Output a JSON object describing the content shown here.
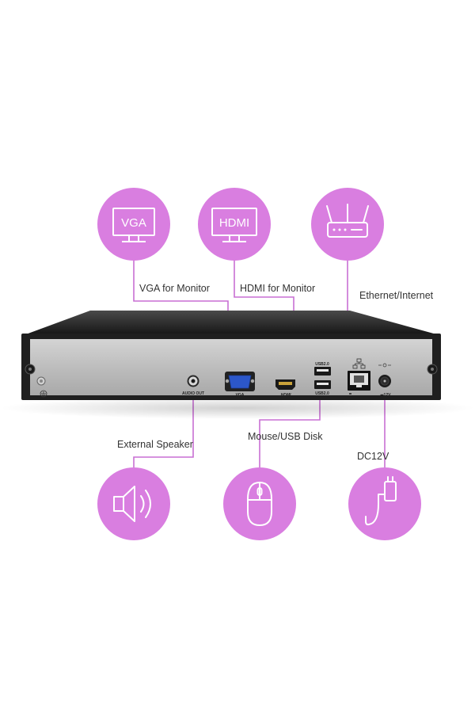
{
  "colors": {
    "accent": "#d97ee0",
    "line": "#c86fd3",
    "panel": "#bfbfbf",
    "chassis": "#2a2a2a"
  },
  "icons": {
    "vga": {
      "text": "VGA",
      "icon": "monitor-icon"
    },
    "hdmi": {
      "text": "HDMI",
      "icon": "monitor-icon"
    },
    "ethernet": {
      "icon": "router-icon"
    },
    "speaker": {
      "icon": "speaker-icon"
    },
    "mouse": {
      "icon": "mouse-icon"
    },
    "power": {
      "icon": "power-adapter-icon"
    }
  },
  "labels": {
    "vga": "VGA for Monitor",
    "hdmi": "HDMI for Monitor",
    "ethernet": "Ethernet/Internet",
    "speaker": "External Speaker",
    "usb": "Mouse/USB Disk",
    "dc": "DC12V"
  },
  "ports": {
    "audio": "AUDIO OUT",
    "vga": "VGA",
    "hdmi": "HDMI",
    "usb_top": "USB2.0",
    "usb_bottom": "USB2.0",
    "dc": "⎓12V"
  }
}
